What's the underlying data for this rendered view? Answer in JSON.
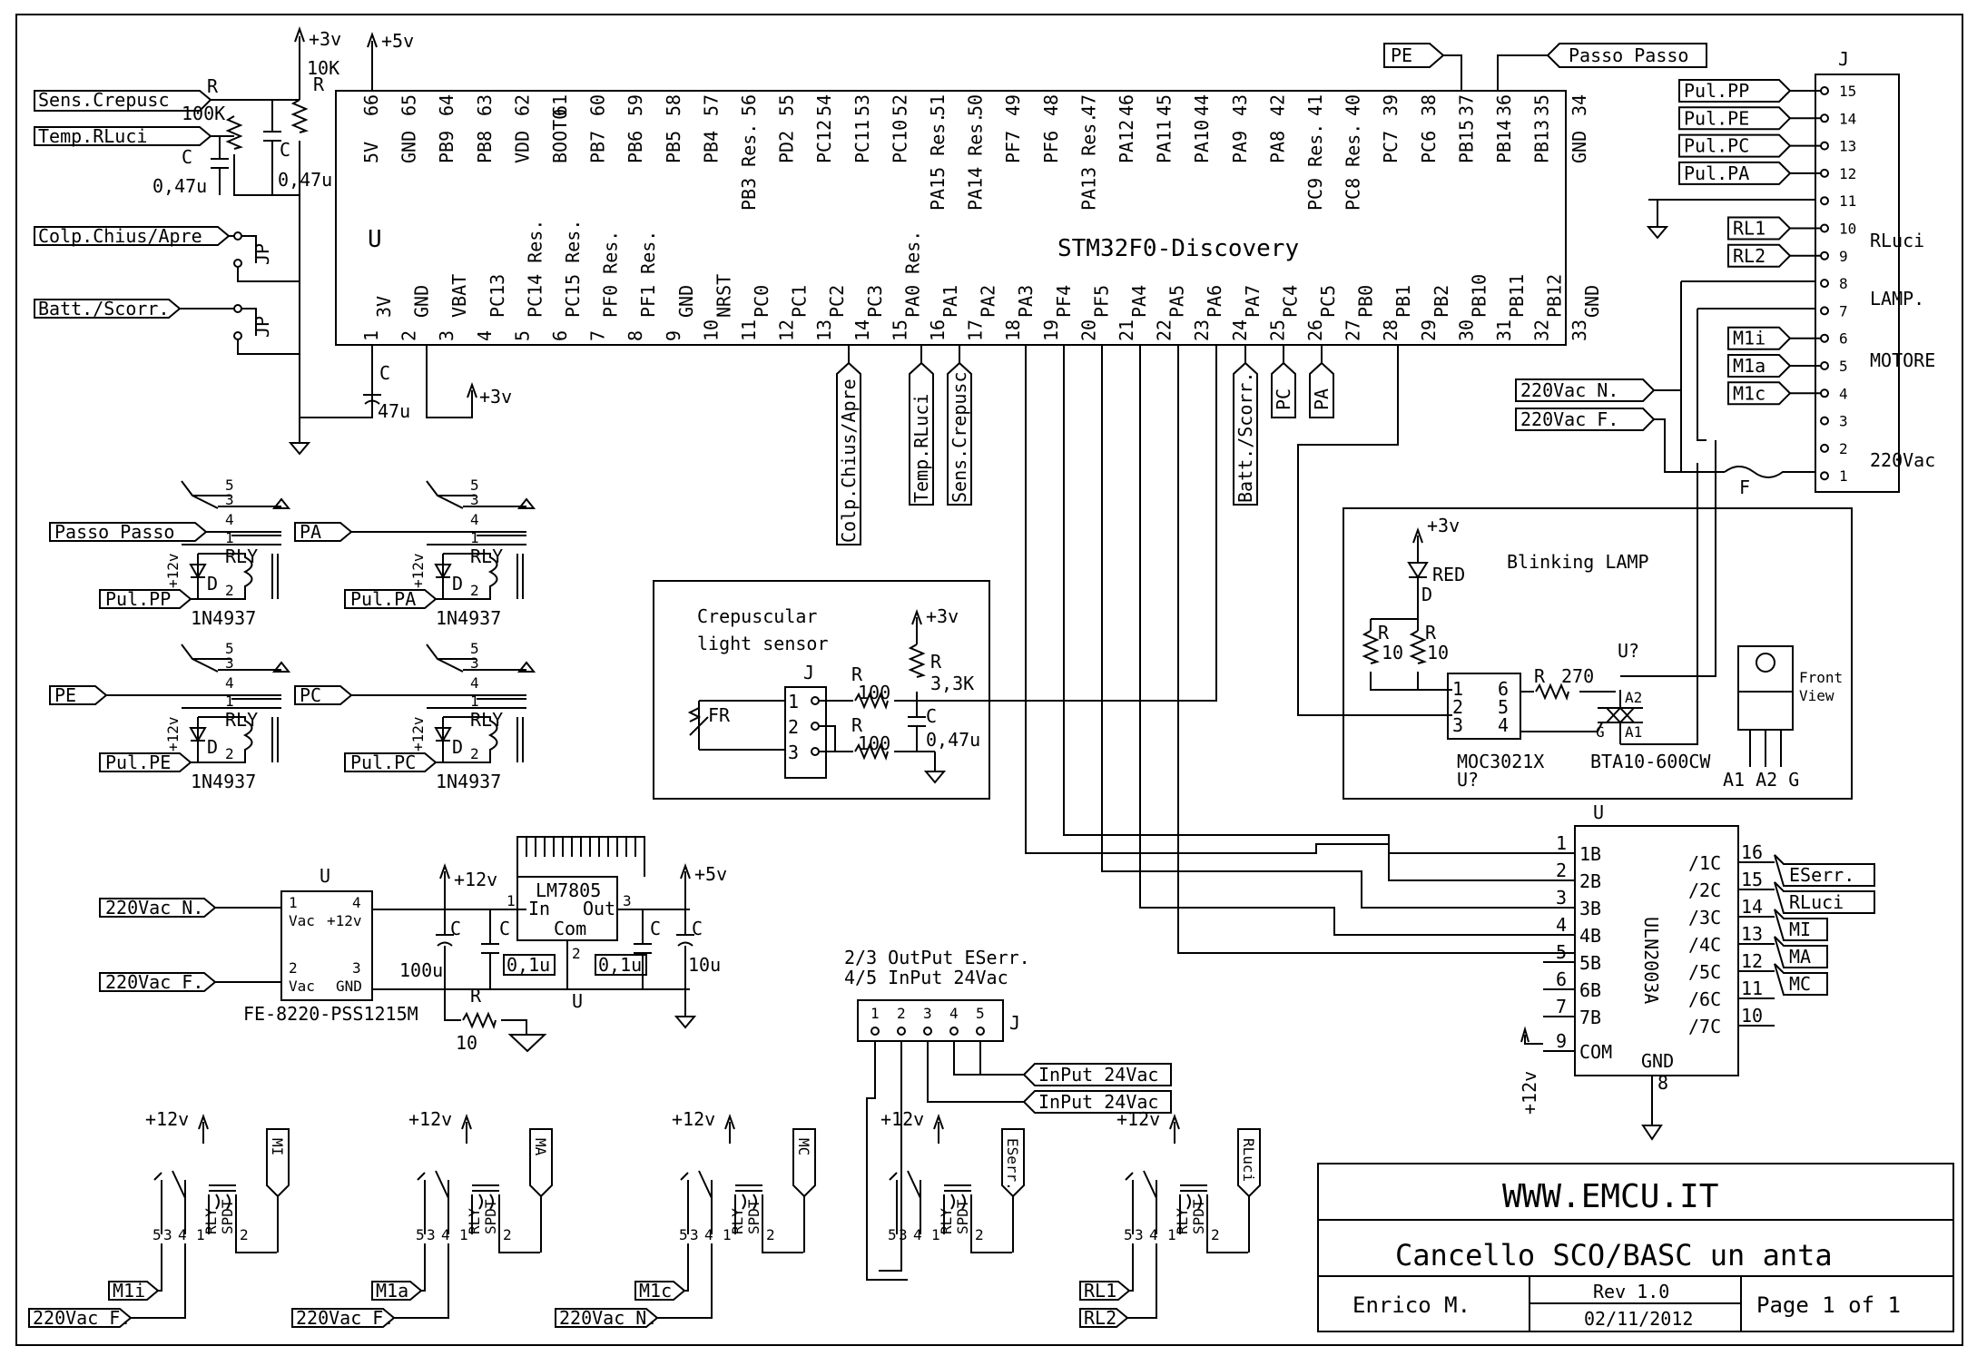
{
  "mcu": {
    "ref": "U",
    "name": "STM32F0-Discovery",
    "top_pins": [
      [
        "66",
        "5V"
      ],
      [
        "65",
        "GND"
      ],
      [
        "64",
        "PB9"
      ],
      [
        "63",
        "PB8"
      ],
      [
        "62",
        "VDD"
      ],
      [
        "61",
        "BOOT0"
      ],
      [
        "60",
        "PB7"
      ],
      [
        "59",
        "PB6"
      ],
      [
        "58",
        "PB5"
      ],
      [
        "57",
        "PB4"
      ],
      [
        "56",
        "PB3 Res."
      ],
      [
        "55",
        "PD2"
      ],
      [
        "54",
        "PC12"
      ],
      [
        "53",
        "PC11"
      ],
      [
        "52",
        "PC10"
      ],
      [
        "51",
        "PA15 Res."
      ],
      [
        "50",
        "PA14 Res."
      ],
      [
        "49",
        "PF7"
      ],
      [
        "48",
        "PF6"
      ],
      [
        "47",
        "PA13 Res."
      ],
      [
        "46",
        "PA12"
      ],
      [
        "45",
        "PA11"
      ],
      [
        "44",
        "PA10"
      ],
      [
        "43",
        "PA9"
      ],
      [
        "42",
        "PA8"
      ],
      [
        "41",
        "PC9 Res."
      ],
      [
        "40",
        "PC8 Res."
      ],
      [
        "39",
        "PC7"
      ],
      [
        "38",
        "PC6"
      ],
      [
        "37",
        "PB15"
      ],
      [
        "36",
        "PB14"
      ],
      [
        "35",
        "PB13"
      ],
      [
        "34",
        "GND"
      ]
    ],
    "bottom_pins": [
      [
        "1",
        "3V"
      ],
      [
        "2",
        "GND"
      ],
      [
        "3",
        "VBAT"
      ],
      [
        "4",
        "PC13"
      ],
      [
        "5",
        "PC14 Res."
      ],
      [
        "6",
        "PC15 Res."
      ],
      [
        "7",
        "PF0 Res."
      ],
      [
        "8",
        "PF1 Res."
      ],
      [
        "9",
        "GND"
      ],
      [
        "10",
        "NRST"
      ],
      [
        "11",
        "PC0"
      ],
      [
        "12",
        "PC1"
      ],
      [
        "13",
        "PC2"
      ],
      [
        "14",
        "PC3"
      ],
      [
        "15",
        "PA0 Res."
      ],
      [
        "16",
        "PA1"
      ],
      [
        "17",
        "PA2"
      ],
      [
        "18",
        "PA3"
      ],
      [
        "19",
        "PF4"
      ],
      [
        "20",
        "PF5"
      ],
      [
        "21",
        "PA4"
      ],
      [
        "22",
        "PA5"
      ],
      [
        "23",
        "PA6"
      ],
      [
        "24",
        "PA7"
      ],
      [
        "25",
        "PC4"
      ],
      [
        "26",
        "PC5"
      ],
      [
        "27",
        "PB0"
      ],
      [
        "28",
        "PB1"
      ],
      [
        "29",
        "PB2"
      ],
      [
        "30",
        "PB10"
      ],
      [
        "31",
        "PB11"
      ],
      [
        "32",
        "PB12"
      ],
      [
        "33",
        "GND"
      ]
    ]
  },
  "labels": {
    "plus3v": "+3v",
    "plus5v": "+5v",
    "plus12v": "+12v",
    "r": "R",
    "c": "C",
    "u": "U",
    "d": "D",
    "j": "J",
    "f": "F",
    "jp": "JP",
    "r_10k": "10K",
    "r_100k": "100K",
    "c_047": "0,47u",
    "c_47u": "47u",
    "sens_crepusc": "Sens.Crepusc",
    "temp_rluci": "Temp.RLuci",
    "colp": "Colp.Chius/Apre",
    "batt": "Batt./Scorr.",
    "colp_v": "Colp.Chius/Apre",
    "temp_v": "Temp.RLuci",
    "sens_v": "Sens.Crepusc",
    "batt_v": "Batt./Scorr.",
    "pc_v": "PC",
    "pa_v": "PA",
    "pe": "PE",
    "passo_passo": "Passo Passo"
  },
  "relays": [
    {
      "in": "Passo Passo",
      "pul": "Pul.PP",
      "rly": "RLY",
      "diode": "1N4937",
      "p5": "5",
      "p3": "3",
      "p4": "4",
      "p1": "1",
      "p2": "2",
      "vcc": "+12v"
    },
    {
      "in": "PA",
      "pul": "Pul.PA",
      "rly": "RLY",
      "diode": "1N4937",
      "p5": "5",
      "p3": "3",
      "p4": "4",
      "p1": "1",
      "p2": "2",
      "vcc": "+12v"
    },
    {
      "in": "PE",
      "pul": "Pul.PE",
      "rly": "RLY",
      "diode": "1N4937",
      "p5": "5",
      "p3": "3",
      "p4": "4",
      "p1": "1",
      "p2": "2",
      "vcc": "+12v"
    },
    {
      "in": "PC",
      "pul": "Pul.PC",
      "rly": "RLY",
      "diode": "1N4937",
      "p5": "5",
      "p3": "3",
      "p4": "4",
      "p1": "1",
      "p2": "2",
      "vcc": "+12v"
    }
  ],
  "connector_j": {
    "ref": "J",
    "pins": [
      "15",
      "14",
      "13",
      "12",
      "11",
      "10",
      "9",
      "8",
      "7",
      "6",
      "5",
      "4",
      "3",
      "2",
      "1"
    ],
    "left_labels": [
      "Pul.PP",
      "Pul.PE",
      "Pul.PC",
      "Pul.PA",
      "RL1",
      "RL2",
      "M1i",
      "M1a",
      "M1c",
      "220Vac N.",
      "220Vac F."
    ],
    "group_rluci": "RLuci",
    "group_lamp": "LAMP.",
    "group_motore": "MOTORE",
    "group_220": "220Vac"
  },
  "crepuscular": {
    "title1": "Crepuscular",
    "title2": "light sensor",
    "fr": "FR",
    "j": "J",
    "r100a": "100",
    "r100b": "100",
    "r33": "3,3K",
    "c": "0,47u",
    "p1": "1",
    "p2": "2",
    "p3": "3"
  },
  "blinking": {
    "title": "Blinking LAMP",
    "red": "RED",
    "r10a": "10",
    "r10b": "10",
    "r270": "270",
    "moc": "MOC3021X",
    "moc_ref": "U?",
    "triac_ref": "U?",
    "triac": "BTA10-600CW",
    "a1": "A1",
    "a2": "A2",
    "g": "G",
    "front1": "Front",
    "front2": "View",
    "pins_bottom": "A1 A2 G",
    "moc_pins": [
      "1",
      "2",
      "3",
      "6",
      "5",
      "4"
    ]
  },
  "power": {
    "mod_ref": "U",
    "mod_name": "FE-8220-PSS1215M",
    "vin1": "Vac",
    "vin2": "Vac",
    "v12": "+12v",
    "gnd": "GND",
    "n_in": "220Vac N.",
    "f_in": "220Vac F.",
    "reg": "LM7805",
    "reg_in": "In",
    "reg_out": "Out",
    "reg_com": "Com",
    "c100u": "100u",
    "c01a": "0,1u",
    "c01b": "0,1u",
    "c10u": "10u",
    "r10": "10",
    "u": "U"
  },
  "uln": {
    "ref": "U",
    "name": "ULN2003A",
    "in_pins": [
      "1",
      "2",
      "3",
      "4",
      "5",
      "6",
      "7",
      "9"
    ],
    "in_names": [
      "1B",
      "2B",
      "3B",
      "4B",
      "5B",
      "6B",
      "7B",
      "COM"
    ],
    "out_pins": [
      "16",
      "15",
      "14",
      "13",
      "12",
      "11",
      "10"
    ],
    "out_names": [
      "/1C",
      "/2C",
      "/3C",
      "/4C",
      "/5C",
      "/6C",
      "/7C"
    ],
    "outputs": [
      "ESerr.",
      "RLuci",
      "MI",
      "MA",
      "MC"
    ],
    "gnd": "GND",
    "gnd_pin": "8"
  },
  "j5": {
    "caption1": "2/3 OutPut ESerr.",
    "caption2": "4/5 InPut 24Vac",
    "ref": "J",
    "pins": [
      "1",
      "2",
      "3",
      "4",
      "5"
    ],
    "in1": "InPut 24Vac",
    "in2": "InPut 24Vac"
  },
  "bottom_relays": [
    {
      "tag": "MI",
      "sig": "M1i",
      "ac": "220Vac F."
    },
    {
      "tag": "MA",
      "sig": "M1a",
      "ac": "220Vac F."
    },
    {
      "tag": "MC",
      "sig": "M1c",
      "ac": "220Vac N."
    },
    {
      "tag": "ESerr.",
      "sig": "",
      "ac": ""
    },
    {
      "tag": "RLuci",
      "sig": "RL1",
      "ac": "RL2"
    }
  ],
  "spdt": {
    "rly": "RLY",
    "spdt": "SPDT",
    "p5": "5",
    "p3": "3",
    "p4": "4",
    "p1": "1",
    "p2": "2"
  },
  "title_block": {
    "site": "WWW.EMCU.IT",
    "title": "Cancello SCO/BASC un anta",
    "author": "Enrico M.",
    "rev": "Rev 1.0",
    "date": "02/11/2012",
    "page": "Page 1 of 1"
  }
}
